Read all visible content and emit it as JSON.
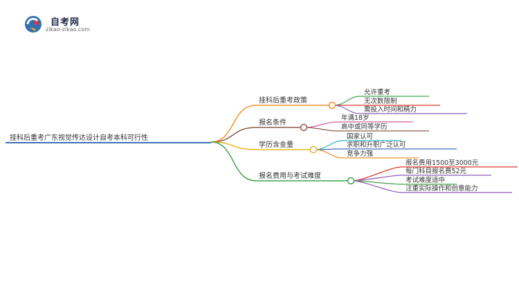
{
  "logo": {
    "name": "自考网",
    "url": "zikao-zikao.com"
  },
  "root": "挂科后重考广东视觉传达设计自考本科可行性",
  "branches": [
    {
      "label": "挂科后重考政策",
      "color": "#f0902a",
      "children": [
        "允许重考",
        "无次数限制",
        "需投入时间和精力"
      ]
    },
    {
      "label": "报名条件",
      "color": "#8b5a4a",
      "children": [
        "年满18岁",
        "高中或同等学历"
      ]
    },
    {
      "label": "学历含金量",
      "color": "#e9b320",
      "children": [
        "国家认可",
        "求职和升职广泛认可",
        "竞争力强"
      ]
    },
    {
      "label": "报名费用与考试难度",
      "color": "#3fa34d",
      "children": [
        "报名费用1500至3000元",
        "每门科目报名费52元",
        "考试难度适中",
        "注重实际操作和创意能力"
      ]
    }
  ],
  "colors": {
    "root": "#3b6fb6",
    "children": [
      [
        "#3fa34d",
        "#d9382c",
        "#8e5bb8"
      ],
      [
        "#d25a9a",
        "#8b5a4a"
      ],
      [
        "#2bb3c8",
        "#3b6fb6",
        "#f0902a"
      ],
      [
        "#d9382c",
        "#8e5bb8",
        "#3fa34d",
        "#8e5bb8"
      ]
    ]
  }
}
